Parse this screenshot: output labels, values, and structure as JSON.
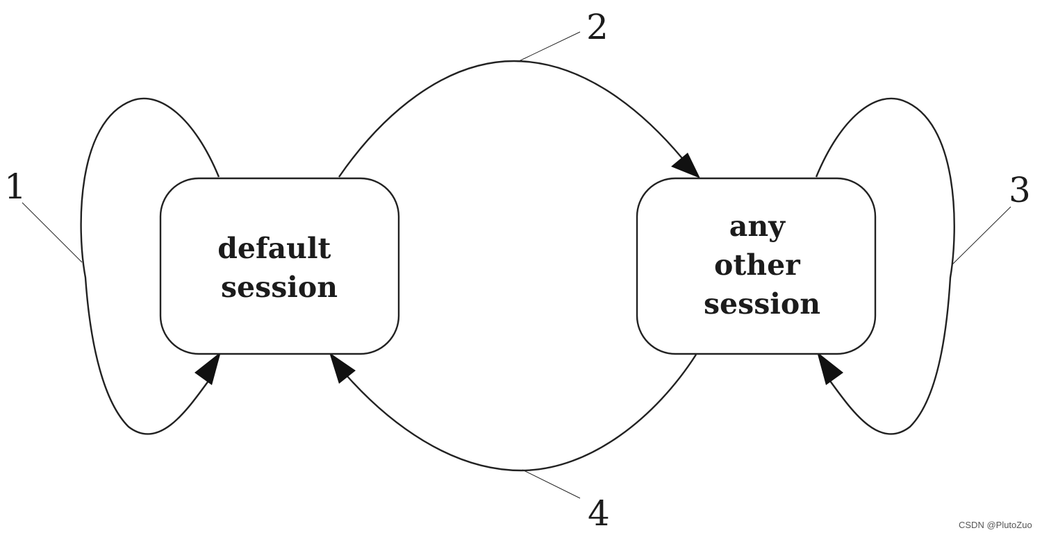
{
  "diagram": {
    "type": "state-transition",
    "nodes": [
      {
        "id": "default",
        "lines": [
          "default",
          "session"
        ]
      },
      {
        "id": "other",
        "lines": [
          "any",
          "other",
          "session"
        ]
      }
    ],
    "edges": [
      {
        "label": "1",
        "from": "default",
        "to": "default"
      },
      {
        "label": "2",
        "from": "default",
        "to": "other"
      },
      {
        "label": "3",
        "from": "other",
        "to": "other"
      },
      {
        "label": "4",
        "from": "other",
        "to": "default"
      }
    ]
  },
  "watermark": "CSDN @PlutoZuo",
  "colors": {
    "line": "#222222",
    "text": "#1c1c1c",
    "background": "#ffffff"
  }
}
